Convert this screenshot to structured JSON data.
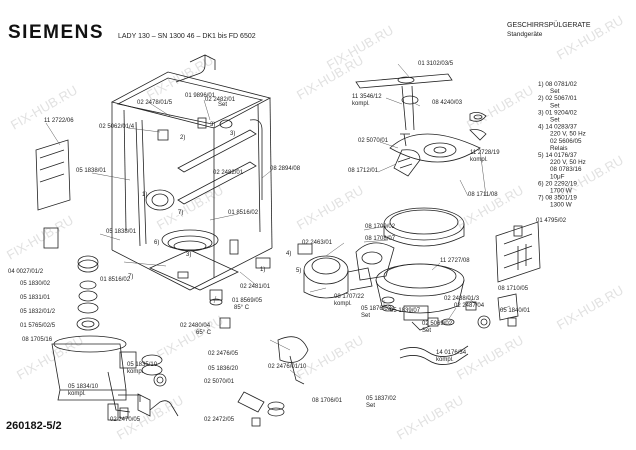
{
  "header": {
    "brand": "SIEMENS",
    "model": "LADY 130 – SN 1300 46 – DK1   bis FD 6502",
    "category": "GESCHIRRSPÜLGERATE",
    "subcategory": "Standgeräte"
  },
  "footer": {
    "code": "260182-5/2"
  },
  "watermark": "FIX-HUB.RU",
  "spec_list": [
    "1)  08 0781/02",
    "Set",
    "2)  02 5067/01",
    "Set",
    "3)  01 9204/02",
    "Set",
    "4)  14 0283/37",
    "220 V, 50 Hz",
    "02 5606/05",
    "Relais",
    "5)  14 0176/37",
    "220 V, 50 Hz",
    "08 0783/16",
    "10μF",
    "6)  20 2292/19",
    "1700 W",
    "7)  08 3501/19",
    "1300 W"
  ],
  "part_labels": [
    "11 2722/06",
    "02 2478/01/5",
    "01 9896/01",
    "02 2482/01",
    "Set",
    "02 5062/01/4",
    "05 1838/01",
    "02 2482/01",
    "01 8516/02",
    "05 1838/01",
    "01 8516/02",
    "04 0027/01/2",
    "05 1830/02",
    "05 1831/01",
    "05 1832/01/2",
    "01 5765/02/5",
    "08 1705/16",
    "02 2481/01",
    "01 8569/05",
    "85° C",
    "02 2480/04",
    "65° C",
    "02 2476/05",
    "05 1836/20",
    "05 1835/10",
    "kompl.",
    "02 5070/01",
    "05 1834/10",
    "kompl.",
    "02 2470/05",
    "02 2472/05",
    "01 3102/03/5",
    "11 3546/12",
    "kompl.",
    "08 4240/03",
    "02 5070/01",
    "11 2728/19",
    "kompl.",
    "08 1712/01",
    "08 1711/08",
    "08 2894/08",
    "02 2463/01",
    "08 1709/02",
    "08 1708/07",
    "11 2727/08",
    "08 1707/22",
    "kompl.",
    "05 1876/03",
    "Set",
    "05 1839/07",
    "02 5069/02",
    "Set",
    "05 1837/02",
    "Set",
    "08 1706/01",
    "02 2476/01/10",
    "14 0176/34",
    "kompl.",
    "02 2488/01/3",
    "02 2487/04",
    "05 1840/01",
    "08 1710/05",
    "01 4795/02"
  ]
}
